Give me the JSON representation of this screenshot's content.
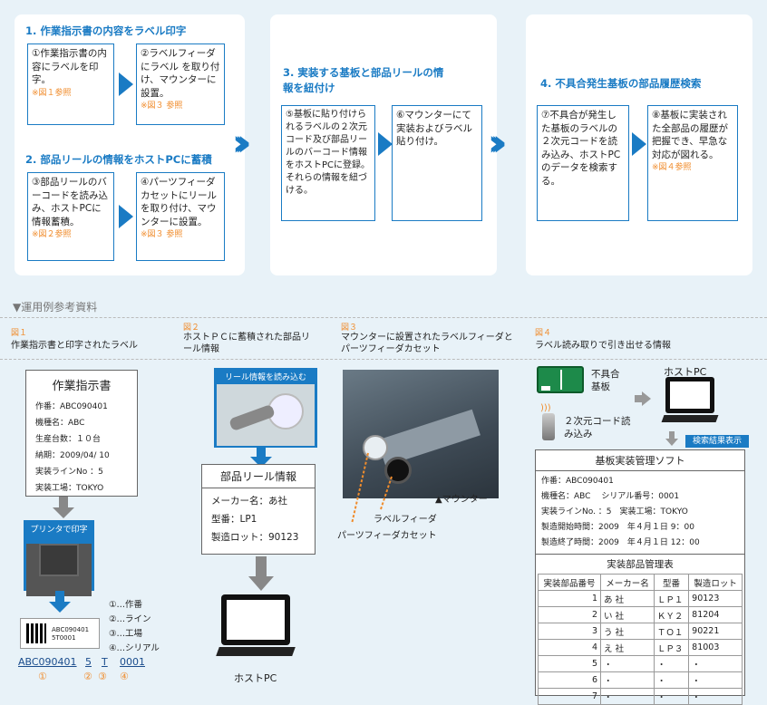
{
  "step1": {
    "title": "1. 作業指示書の内容をラベル印字",
    "box1": "①作業指示書の内容にラベルを印字。",
    "box1_ref": "※図１参照",
    "box2": "②ラベルフィーダにラベル を取り付け、マウンターに設置。",
    "box2_ref": "※図３ 参照"
  },
  "step2": {
    "title": "2. 部品リールの情報をホストPCに蓄積",
    "box3": "③部品リールのバーコードを読み込み、ホストPCに情報蓄積。",
    "box3_ref": "※図２参照",
    "box4": "④パーツフィーダカセットにリールを取り付け、マウンターに設置。",
    "box4_ref": "※図３ 参照"
  },
  "step3": {
    "title": "3. 実装する基板と部品リールの情報を紐付け",
    "box5": "⑤基板に貼り付けられるラベルの２次元コード及び部品リールのバーコード情報をホストPCに登録。それらの情報を紐づける。",
    "box6": "⑥マウンターにて実装およびラベル貼り付け。"
  },
  "step4": {
    "title": "4. 不具合発生基板の部品履歴検索",
    "box7": "⑦不具合が発生した基板のラベルの２次元コードを読み込み、ホストPCのデータを検索する。",
    "box8": "⑧基板に実装された全部品の履歴が把握でき、早急な対応が図れる。",
    "box8_ref": "※図４参照"
  },
  "section_heading": "▼運用例参考資料",
  "fig1": {
    "label": "図１",
    "caption": "作業指示書と印字されたラベル",
    "doc_title": "作業指示書",
    "lines": [
      "作番：ABC090401",
      "機種名：ABC",
      "生産台数：１０台",
      "納期：2009/04/ 10",
      "実装ラインNo ：5",
      "実装工場：TOKYO"
    ],
    "printer_tag": "プリンタで印字",
    "label_text1": "ABC090401",
    "label_text2": "5T0001",
    "legend": [
      "①…作番",
      "②…ライン",
      "③…工場",
      "④…シリアル"
    ],
    "code_parts": [
      "ABC090401",
      "5",
      "T",
      "0001"
    ],
    "code_nums": [
      "①",
      "②",
      "③",
      "④"
    ]
  },
  "fig2": {
    "label": "図２",
    "caption": "ホストＰＣに蓄積された部品リール情報",
    "scan_tag": "リール情報を読み込む",
    "info_title": "部品リール情報",
    "lines": [
      "メーカー名：あ社",
      "型番：LP1",
      "製造ロット：90123"
    ],
    "host_label": "ホストPC"
  },
  "fig3": {
    "label": "図３",
    "caption": "マウンターに設置されたラベルフィーダとパーツフィーダカセット",
    "mounter": "▲マウンター",
    "label_feeder": "ラベルフィーダ",
    "parts_feeder": "パーツフィーダカセット"
  },
  "fig4": {
    "label": "図４",
    "caption": "ラベル読み取りで引き出せる情報",
    "defect": "不具合基板",
    "qr_read": "２次元コード読み込み",
    "host_label": "ホストPC",
    "result_tag": "検索結果表示",
    "soft_title": "基板実装管理ソフト",
    "soft_lines": [
      "作番：ABC090401",
      "機種名：ABC　 シリアル番号：0001",
      "実装ラインNo. ：5　実装工場：TOKYO",
      "製造開始時間：2009　年４月１日 9：00",
      "製造終了時間：2009　年４月１日 12：00"
    ],
    "table_title": "実装部品管理表",
    "headers": [
      "実装部品番号",
      "メーカー名",
      "型番",
      "製造ロット"
    ],
    "rows": [
      [
        "1",
        "あ 社",
        "ＬＰ１",
        "90123"
      ],
      [
        "2",
        "い 社",
        "ＫＹ２",
        "81204"
      ],
      [
        "3",
        "う 社",
        "ＴＯ１",
        "90221"
      ],
      [
        "4",
        "え 社",
        "ＬＰ３",
        "81003"
      ],
      [
        "5",
        "・",
        "・",
        "・"
      ],
      [
        "6",
        "・",
        "・",
        "・"
      ],
      [
        "7",
        "・",
        "・",
        "・"
      ]
    ]
  }
}
